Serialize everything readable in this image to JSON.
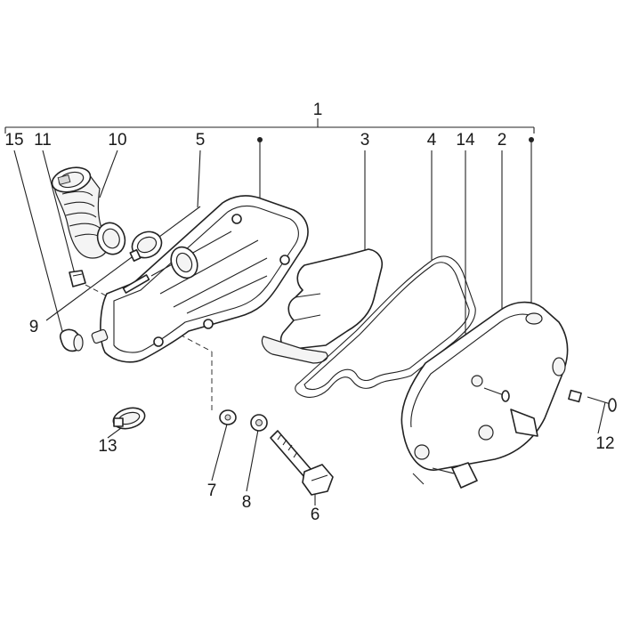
{
  "parts": [
    {
      "id": "label-1",
      "number": "1"
    },
    {
      "id": "label-2",
      "number": "2"
    },
    {
      "id": "label-3",
      "number": "3"
    },
    {
      "id": "label-4",
      "number": "4"
    },
    {
      "id": "label-5",
      "number": "5"
    },
    {
      "id": "label-6",
      "number": "6"
    },
    {
      "id": "label-7",
      "number": "7"
    },
    {
      "id": "label-8",
      "number": "8"
    },
    {
      "id": "label-9",
      "number": "9"
    },
    {
      "id": "label-10",
      "number": "10"
    },
    {
      "id": "label-11",
      "number": "11"
    },
    {
      "id": "label-12",
      "number": "12"
    },
    {
      "id": "label-13",
      "number": "13"
    },
    {
      "id": "label-14",
      "number": "14"
    },
    {
      "id": "label-15",
      "number": "15"
    }
  ]
}
